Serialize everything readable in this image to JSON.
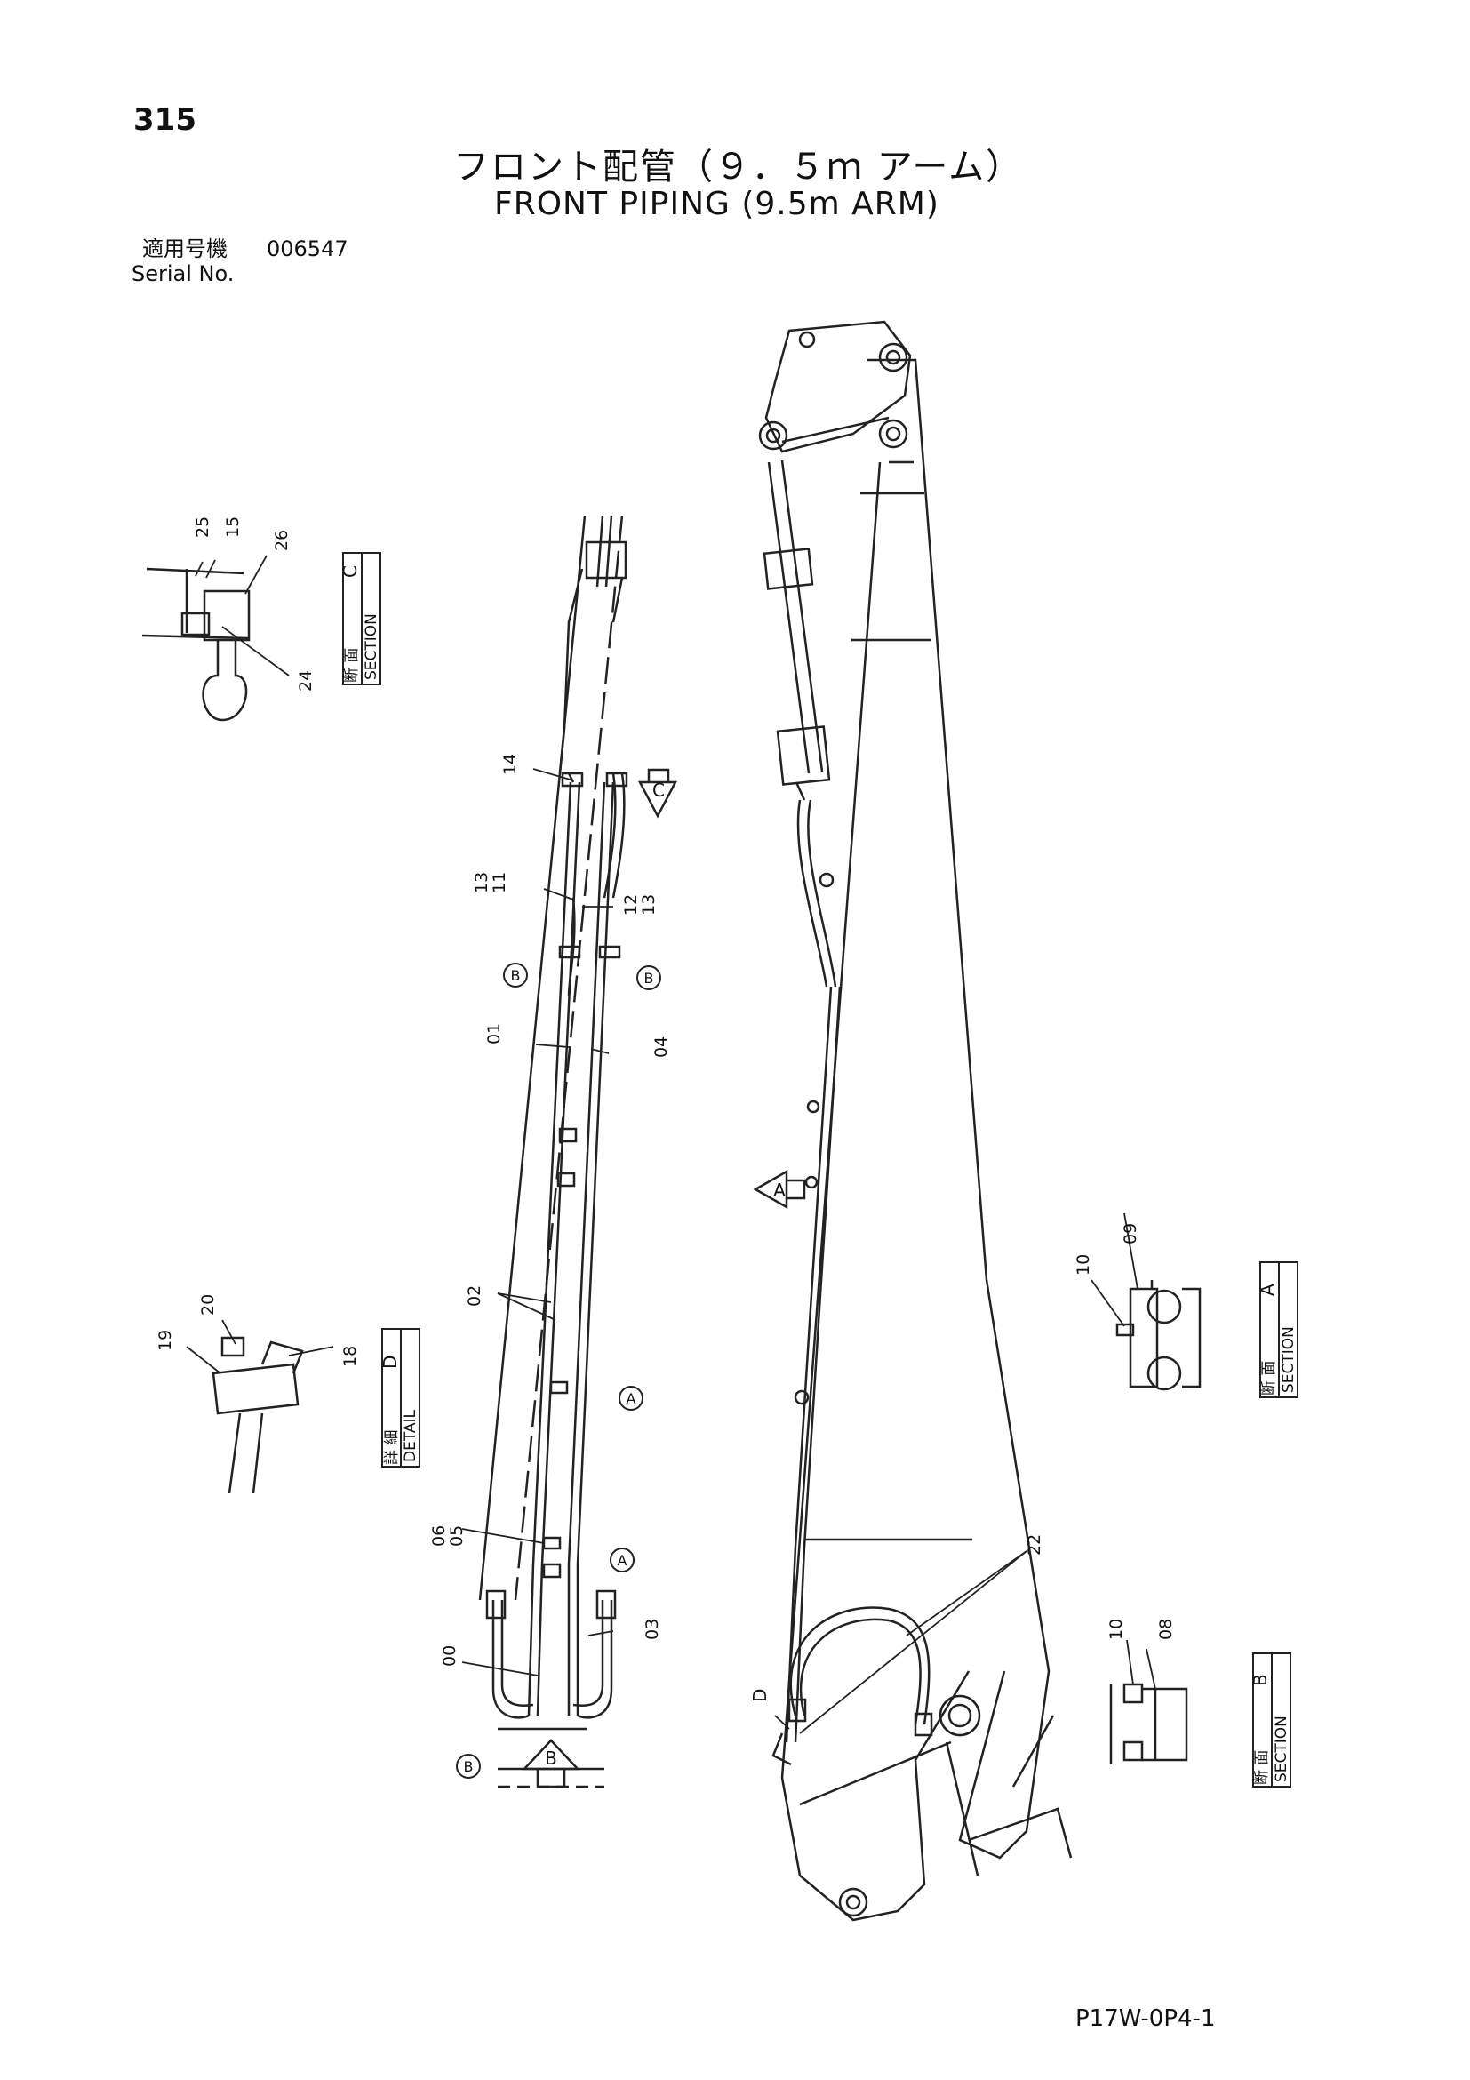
{
  "page": {
    "page_number": "315",
    "title_jp": "フロント配管（９．５ｍ アーム）",
    "title_en": "FRONT PIPING (9.5m ARM)",
    "serial_label_jp": "適用号機",
    "serial_value": "006547",
    "serial_label_en": "Serial No.",
    "drawing_code": "P17W-0P4-1"
  },
  "boxes": {
    "section_c": {
      "jp": "断 面",
      "letter": "C",
      "en": "SECTION"
    },
    "detail_d": {
      "jp": "詳 細",
      "letter": "D",
      "en": "DETAIL"
    },
    "section_a": {
      "jp": "断 面",
      "letter": "A",
      "en": "SECTION"
    },
    "section_b": {
      "jp": "断 面",
      "letter": "B",
      "en": "SECTION"
    }
  },
  "callouts": {
    "c25": "25",
    "c15": "15",
    "c26": "26",
    "c24": "24",
    "c20": "20",
    "c19": "19",
    "c18": "18",
    "c14": "14",
    "c13a": "13",
    "c11": "11",
    "c12": "12",
    "c13b": "13",
    "c01": "01",
    "c04": "04",
    "c02": "02",
    "c06": "06",
    "c05": "05",
    "c00": "00",
    "c03": "03",
    "c22": "22",
    "c10a": "10",
    "c09": "09",
    "c10b": "10",
    "c08": "08",
    "view_d": "D"
  },
  "markers": {
    "b_circle": "B",
    "a_circle": "A",
    "arrow_c": "C",
    "arrow_a": "A",
    "arrow_b": "B"
  }
}
